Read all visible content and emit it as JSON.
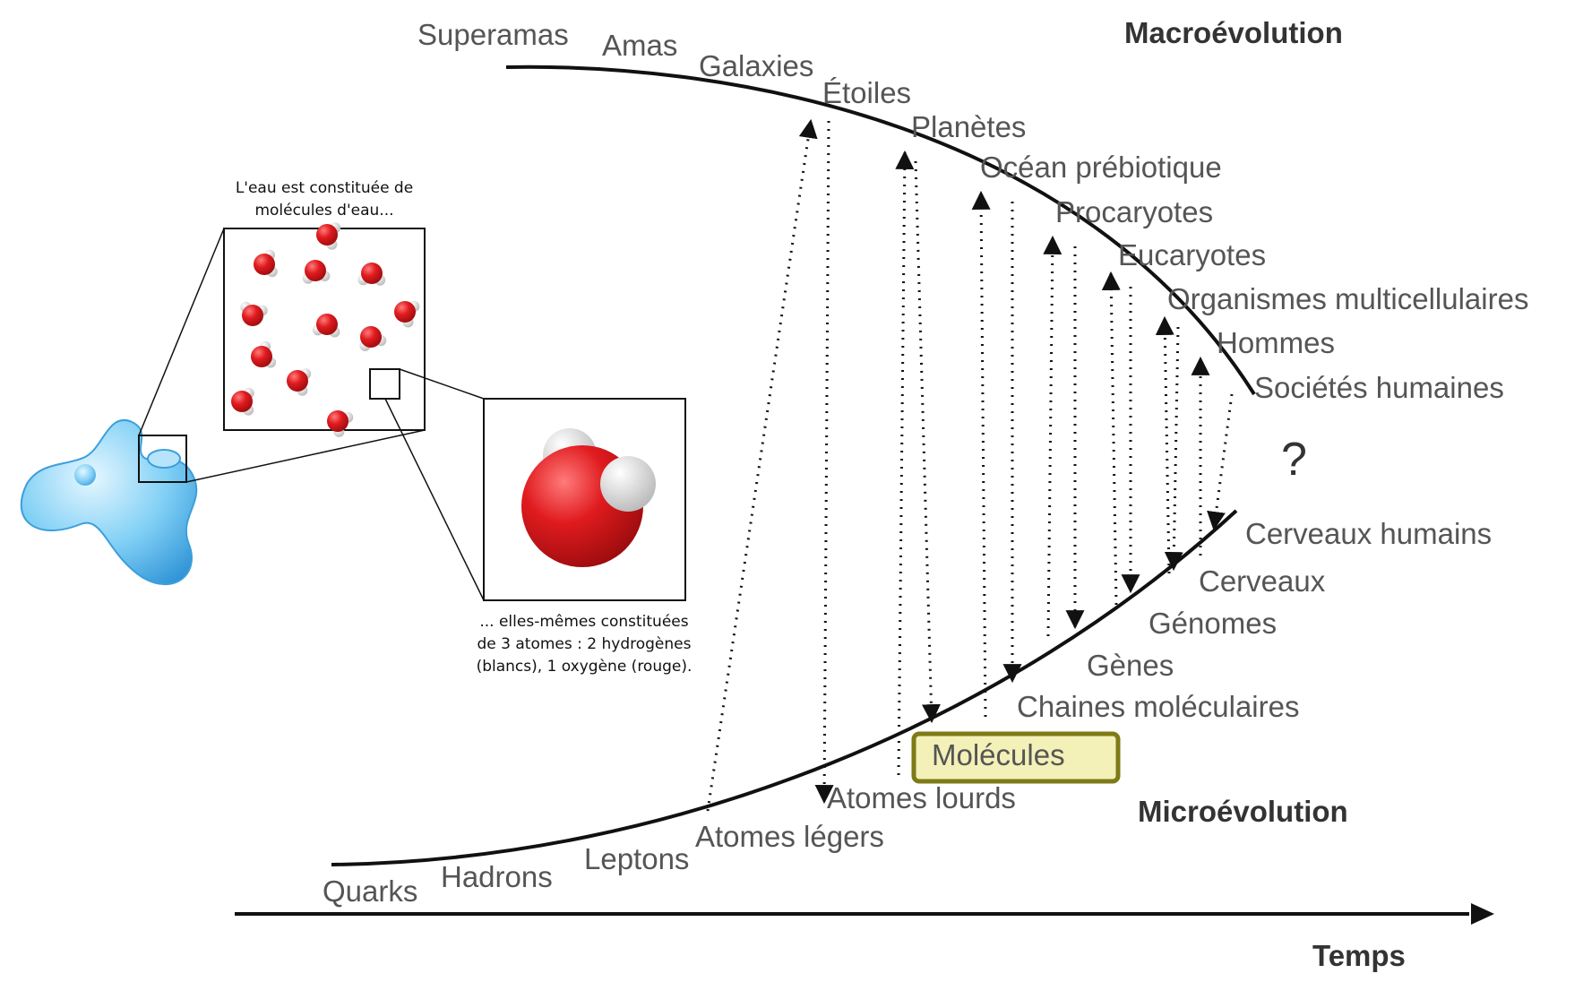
{
  "headings": {
    "macro": "Macroévolution",
    "micro": "Microévolution",
    "time_axis": "Temps",
    "unknown": "?"
  },
  "macro_labels": [
    "Superamas",
    "Amas",
    "Galaxies",
    "Étoiles",
    "Planètes",
    "Océan prébiotique",
    "Procaryotes",
    "Eucaryotes",
    "Organismes multicellulaires",
    "Hommes",
    "Sociétés humaines"
  ],
  "micro_labels": [
    "Quarks",
    "Hadrons",
    "Leptons",
    "Atomes légers",
    "Atomes lourds",
    "Molécules",
    "Chaines moléculaires",
    "Gènes",
    "Génomes",
    "Cerveaux",
    "Cerveaux humains"
  ],
  "highlighted": "Molécules",
  "water": {
    "caption_top": [
      "L'eau est constituée de",
      "molécules d'eau..."
    ],
    "caption_bottom": [
      "... elles-mêmes constituées",
      "de 3 atomes : 2 hydrogènes",
      "(blancs), 1 oxygène (rouge)."
    ]
  },
  "colors": {
    "oxygen": "#d8161b",
    "hydrogen": "#e8e8e8",
    "water": "#4fb3ea",
    "highlight_fill": "#f3f0b8",
    "highlight_border": "#7e7a16"
  }
}
